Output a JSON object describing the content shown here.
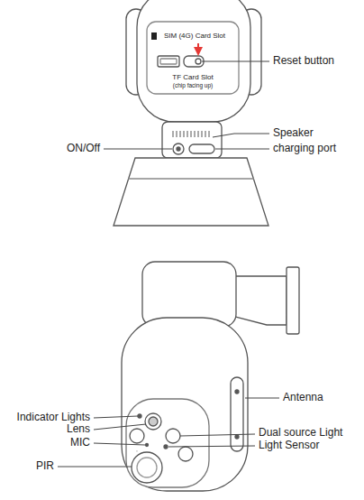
{
  "diagram": {
    "labels": [
      "SIM (4G) Card Slot",
      "Reset button",
      "TF Card Slot",
      "(chip facing up)",
      "Speaker",
      "ON/Off",
      "charging port",
      "Antenna",
      "Indicator Lights",
      "Lens",
      "Dual source Light",
      "MIC",
      "Light Sensor",
      "PIR"
    ]
  }
}
